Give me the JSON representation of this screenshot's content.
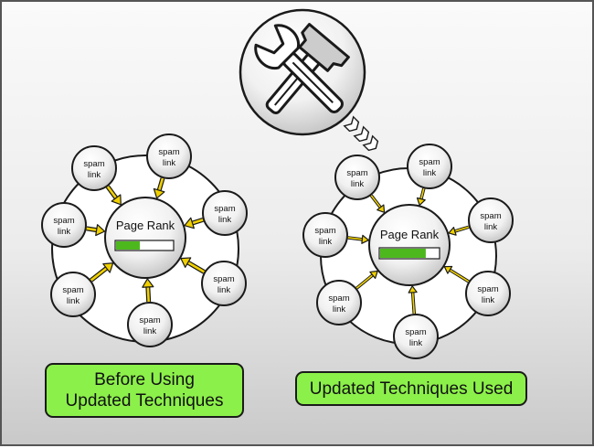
{
  "diagrams": [
    {
      "center_label": "Page Rank",
      "rank_bar_fraction": 0.42,
      "arrow_style": "bold",
      "nodes": [
        {
          "label_line1": "spam",
          "label_line2": "link"
        },
        {
          "label_line1": "spam",
          "label_line2": "link"
        },
        {
          "label_line1": "spam",
          "label_line2": "link"
        },
        {
          "label_line1": "spam",
          "label_line2": "link"
        },
        {
          "label_line1": "spam",
          "label_line2": "link"
        },
        {
          "label_line1": "spam",
          "label_line2": "link"
        },
        {
          "label_line1": "spam",
          "label_line2": "link"
        }
      ],
      "caption": "Before Using\nUpdated Techniques"
    },
    {
      "center_label": "Page Rank",
      "rank_bar_fraction": 0.78,
      "arrow_style": "thin",
      "nodes": [
        {
          "label_line1": "spam",
          "label_line2": "link"
        },
        {
          "label_line1": "spam",
          "label_line2": "link"
        },
        {
          "label_line1": "spam",
          "label_line2": "link"
        },
        {
          "label_line1": "spam",
          "label_line2": "link"
        },
        {
          "label_line1": "spam",
          "label_line2": "link"
        },
        {
          "label_line1": "spam",
          "label_line2": "link"
        },
        {
          "label_line1": "spam",
          "label_line2": "link"
        }
      ],
      "caption": "Updated Techniques Used"
    }
  ],
  "tools_icon": "wrench-and-hammer-icon",
  "colors": {
    "caption_bg": "#8cf04a",
    "rank_fill": "#4db81e",
    "arrow_fill": "#f0d000",
    "outline": "#1a1a1a"
  }
}
